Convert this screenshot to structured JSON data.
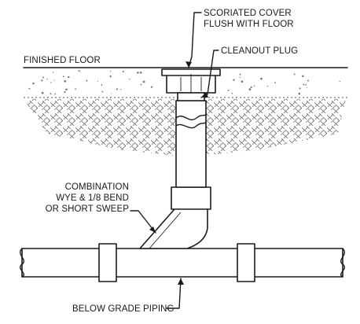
{
  "labels": {
    "scoriated_cover_1": "SCORIATED COVER",
    "scoriated_cover_2": "FLUSH WITH FLOOR",
    "finished_floor": "FINISHED FLOOR",
    "cleanout_plug": "CLEANOUT PLUG",
    "combination_1": "COMBINATION",
    "combination_2": "WYE & 1/8 BEND",
    "combination_3": "OR SHORT SWEEP",
    "below_grade_piping": "BELOW GRADE PIPING"
  }
}
